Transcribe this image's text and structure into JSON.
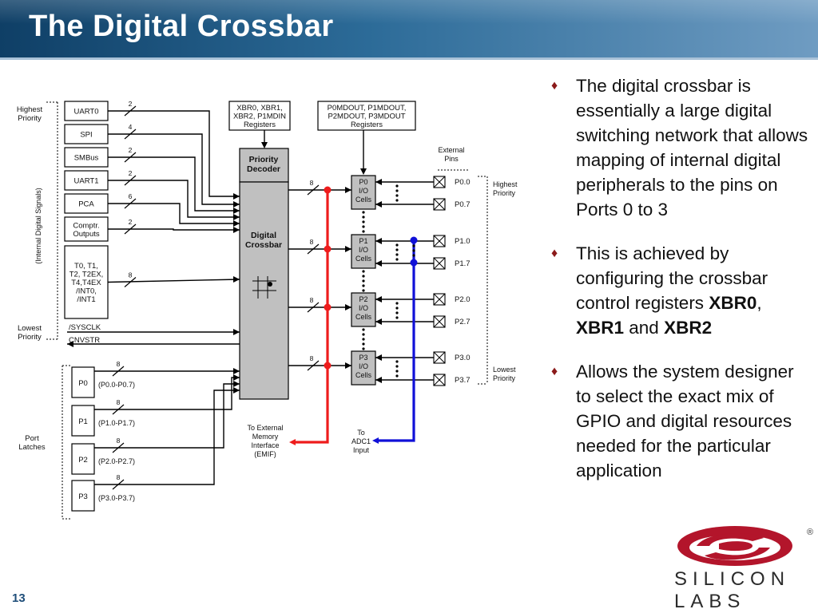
{
  "slide": {
    "title": "The Digital Crossbar",
    "page_number": "13"
  },
  "diagram": {
    "priority": {
      "highest": [
        "Highest",
        "Priority"
      ],
      "lowest": [
        "Lowest",
        "Priority"
      ],
      "internal_signals": "(Internal Digital Signals)"
    },
    "peripherals": [
      {
        "label": [
          "UART0"
        ],
        "width": "2"
      },
      {
        "label": [
          "SPI"
        ],
        "width": "4"
      },
      {
        "label": [
          "SMBus"
        ],
        "width": "2"
      },
      {
        "label": [
          "UART1"
        ],
        "width": "2"
      },
      {
        "label": [
          "PCA"
        ],
        "width": "6"
      },
      {
        "label": [
          "Comptr.",
          "Outputs"
        ],
        "width": "2"
      },
      {
        "label": [
          "T0, T1,",
          "T2, T2EX,",
          "T4,T4EX",
          "/INT0,",
          "/INT1"
        ],
        "width": "8"
      }
    ],
    "signals": [
      "/SYSCLK",
      "CNVSTR"
    ],
    "registers": {
      "xbr": [
        "XBR0, XBR1,",
        "XBR2, P1MDIN",
        "Registers"
      ],
      "pmdout": [
        "P0MDOUT, P1MDOUT,",
        "P2MDOUT, P3MDOUT",
        "Registers"
      ]
    },
    "priority_decoder": [
      "Priority",
      "Decoder"
    ],
    "crossbar": [
      "Digital",
      "Crossbar"
    ],
    "bus_width": "8",
    "io_cells": [
      {
        "label": [
          "P0",
          "I/O",
          "Cells"
        ],
        "pins": [
          "P0.0",
          "P0.7"
        ]
      },
      {
        "label": [
          "P1",
          "I/O",
          "Cells"
        ],
        "pins": [
          "P1.0",
          "P1.7"
        ]
      },
      {
        "label": [
          "P2",
          "I/O",
          "Cells"
        ],
        "pins": [
          "P2.0",
          "P2.7"
        ]
      },
      {
        "label": [
          "P3",
          "I/O",
          "Cells"
        ],
        "pins": [
          "P3.0",
          "P3.7"
        ]
      }
    ],
    "external_pins": [
      "External",
      "Pins"
    ],
    "port_latches": {
      "title": [
        "Port",
        "Latches"
      ],
      "items": [
        {
          "label": "P0",
          "range": "(P0.0-P0.7)"
        },
        {
          "label": "P1",
          "range": "(P1.0-P1.7)"
        },
        {
          "label": "P2",
          "range": "(P2.0-P2.7)"
        },
        {
          "label": "P3",
          "range": "(P3.0-P3.7)"
        }
      ]
    },
    "emif": [
      "To External",
      "Memory",
      "Interface",
      "(EMIF)"
    ],
    "adc": [
      "To",
      "ADC1",
      "Input"
    ],
    "colors": {
      "red_bus": "#ee1c1c",
      "blue_bus": "#1010d8",
      "block_gray": "#c0c0c0"
    }
  },
  "bullets": [
    {
      "parts": [
        {
          "text": "The digital crossbar is essentially a large digital switching network that allows mapping of internal digital peripherals to the pins on Ports 0 to 3",
          "bold": false
        }
      ]
    },
    {
      "parts": [
        {
          "text": "This is achieved by configuring the crossbar control registers ",
          "bold": false
        },
        {
          "text": "XBR0",
          "bold": true
        },
        {
          "text": ", ",
          "bold": false
        },
        {
          "text": "XBR1",
          "bold": true
        },
        {
          "text": " and ",
          "bold": false
        },
        {
          "text": "XBR2",
          "bold": true
        }
      ]
    },
    {
      "parts": [
        {
          "text": "Allows the system designer to select the exact mix of GPIO and digital resources needed for the particular application",
          "bold": false
        }
      ]
    }
  ],
  "bullet_glyph": "♦",
  "logo": {
    "name": "silicon-labs-logo",
    "text": "SILICON LABS",
    "registered": "®"
  }
}
